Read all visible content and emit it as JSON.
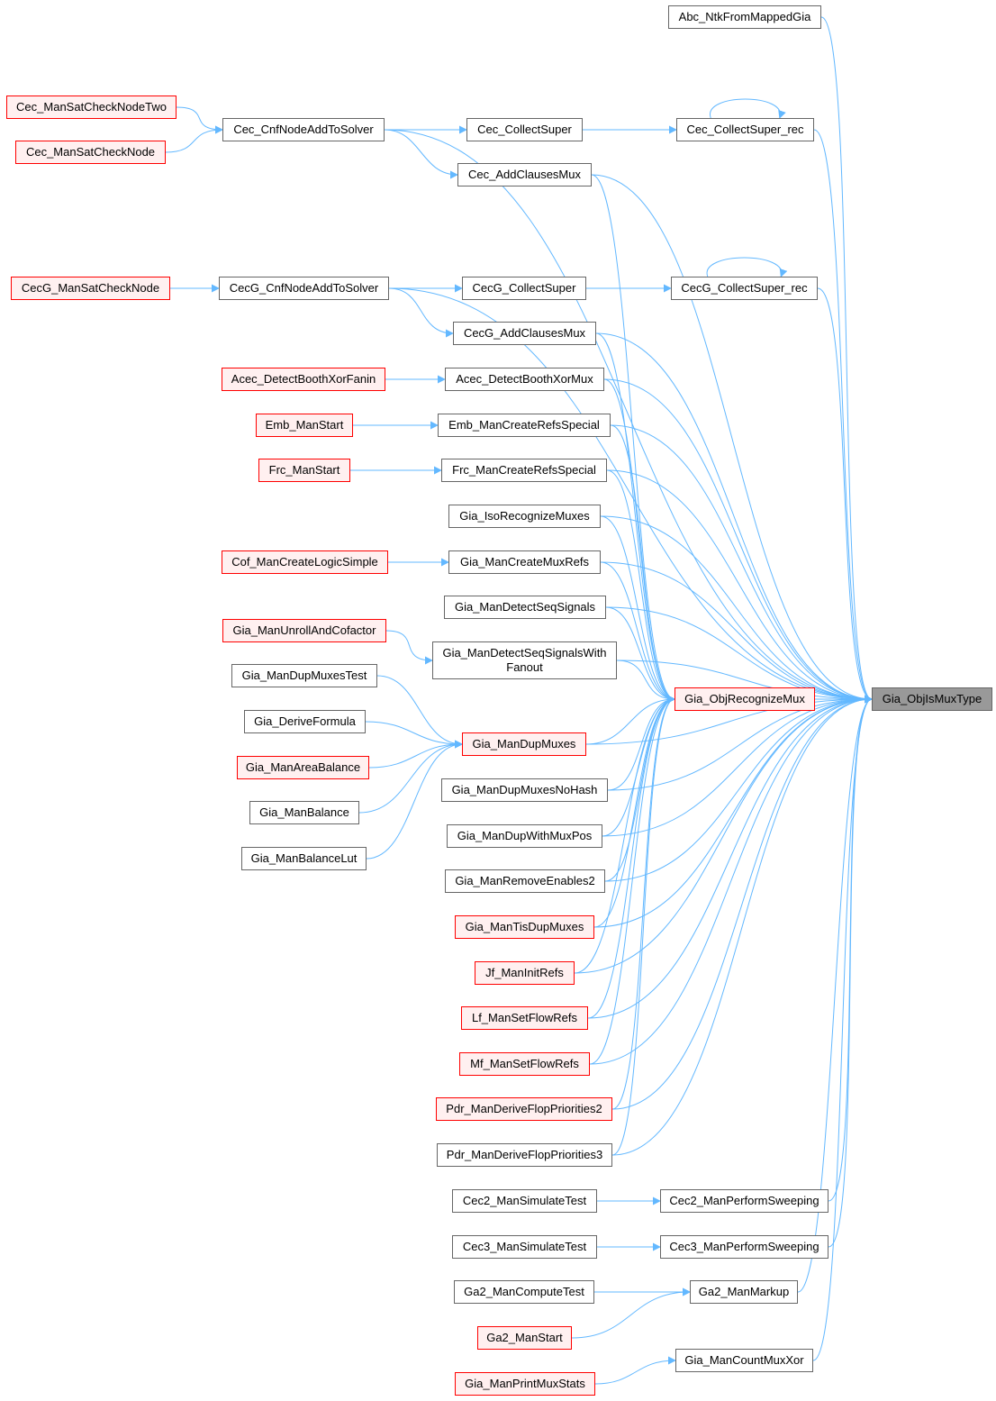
{
  "colors": {
    "edge": "#63b8ff",
    "node_border": "#666666",
    "truncated_border": "#ff0000",
    "truncated_fill": "#fff0f0",
    "focus_fill": "#999999"
  },
  "nodes": [
    {
      "id": "target",
      "label": "Gia_ObjIsMuxType",
      "style": "focus"
    },
    {
      "id": "abc_ntk",
      "label": "Abc_NtkFromMappedGia",
      "style": "normal"
    },
    {
      "id": "cec_twO",
      "label": "Cec_ManSatCheckNodeTwo",
      "style": "red"
    },
    {
      "id": "cec_cnf",
      "label": "Cec_CnfNodeAddToSolver",
      "style": "normal"
    },
    {
      "id": "cec_coll",
      "label": "Cec_CollectSuper",
      "style": "normal"
    },
    {
      "id": "cec_coll_rec",
      "label": "Cec_CollectSuper_rec",
      "style": "normal"
    },
    {
      "id": "cec_satnode",
      "label": "Cec_ManSatCheckNode",
      "style": "red"
    },
    {
      "id": "cec_addmux",
      "label": "Cec_AddClausesMux",
      "style": "normal"
    },
    {
      "id": "cecg_sat",
      "label": "CecG_ManSatCheckNode",
      "style": "red"
    },
    {
      "id": "cecg_cnf",
      "label": "CecG_CnfNodeAddToSolver",
      "style": "normal"
    },
    {
      "id": "cecg_coll",
      "label": "CecG_CollectSuper",
      "style": "normal"
    },
    {
      "id": "cecg_coll_rec",
      "label": "CecG_CollectSuper_rec",
      "style": "normal"
    },
    {
      "id": "cecg_addmux",
      "label": "CecG_AddClausesMux",
      "style": "normal"
    },
    {
      "id": "acec_fanin",
      "label": "Acec_DetectBoothXorFanin",
      "style": "red"
    },
    {
      "id": "acec_mux",
      "label": "Acec_DetectBoothXorMux",
      "style": "normal"
    },
    {
      "id": "emb_start",
      "label": "Emb_ManStart",
      "style": "red"
    },
    {
      "id": "emb_refs",
      "label": "Emb_ManCreateRefsSpecial",
      "style": "normal"
    },
    {
      "id": "frc_start",
      "label": "Frc_ManStart",
      "style": "red"
    },
    {
      "id": "frc_refs",
      "label": "Frc_ManCreateRefsSpecial",
      "style": "normal"
    },
    {
      "id": "gia_iso",
      "label": "Gia_IsoRecognizeMuxes",
      "style": "normal"
    },
    {
      "id": "cof_logic",
      "label": "Cof_ManCreateLogicSimple",
      "style": "red"
    },
    {
      "id": "gia_muxrefs",
      "label": "Gia_ManCreateMuxRefs",
      "style": "normal"
    },
    {
      "id": "gia_seqsig",
      "label": "Gia_ManDetectSeqSignals",
      "style": "normal"
    },
    {
      "id": "gia_unroll",
      "label": "Gia_ManUnrollAndCofactor",
      "style": "red"
    },
    {
      "id": "gia_seqfan",
      "label": "Gia_ManDetectSeqSignalsWith\nFanout",
      "style": "normal"
    },
    {
      "id": "gia_dupmuxtest",
      "label": "Gia_ManDupMuxesTest",
      "style": "normal"
    },
    {
      "id": "gia_recmux",
      "label": "Gia_ObjRecognizeMux",
      "style": "red"
    },
    {
      "id": "gia_derive",
      "label": "Gia_DeriveFormula",
      "style": "normal"
    },
    {
      "id": "gia_dupmux",
      "label": "Gia_ManDupMuxes",
      "style": "red"
    },
    {
      "id": "gia_area",
      "label": "Gia_ManAreaBalance",
      "style": "red"
    },
    {
      "id": "gia_bal",
      "label": "Gia_ManBalance",
      "style": "normal"
    },
    {
      "id": "gia_ballut",
      "label": "Gia_ManBalanceLut",
      "style": "normal"
    },
    {
      "id": "gia_nohash",
      "label": "Gia_ManDupMuxesNoHash",
      "style": "normal"
    },
    {
      "id": "gia_withmux",
      "label": "Gia_ManDupWithMuxPos",
      "style": "normal"
    },
    {
      "id": "gia_remen",
      "label": "Gia_ManRemoveEnables2",
      "style": "normal"
    },
    {
      "id": "gia_tis",
      "label": "Gia_ManTisDupMuxes",
      "style": "red"
    },
    {
      "id": "jf_init",
      "label": "Jf_ManInitRefs",
      "style": "red"
    },
    {
      "id": "lf_flow",
      "label": "Lf_ManSetFlowRefs",
      "style": "red"
    },
    {
      "id": "mf_flow",
      "label": "Mf_ManSetFlowRefs",
      "style": "red"
    },
    {
      "id": "pdr_p2",
      "label": "Pdr_ManDeriveFlopPriorities2",
      "style": "red"
    },
    {
      "id": "pdr_p3",
      "label": "Pdr_ManDeriveFlopPriorities3",
      "style": "normal"
    },
    {
      "id": "cec2_sim",
      "label": "Cec2_ManSimulateTest",
      "style": "normal"
    },
    {
      "id": "cec2_sweep",
      "label": "Cec2_ManPerformSweeping",
      "style": "normal"
    },
    {
      "id": "cec3_sim",
      "label": "Cec3_ManSimulateTest",
      "style": "normal"
    },
    {
      "id": "cec3_sweep",
      "label": "Cec3_ManPerformSweeping",
      "style": "normal"
    },
    {
      "id": "ga2_comp",
      "label": "Ga2_ManComputeTest",
      "style": "normal"
    },
    {
      "id": "ga2_markup",
      "label": "Ga2_ManMarkup",
      "style": "normal"
    },
    {
      "id": "ga2_start",
      "label": "Ga2_ManStart",
      "style": "red"
    },
    {
      "id": "gia_countxor",
      "label": "Gia_ManCountMuxXor",
      "style": "normal"
    },
    {
      "id": "gia_printmux",
      "label": "Gia_ManPrintMuxStats",
      "style": "red"
    }
  ],
  "edges": [
    [
      "abc_ntk",
      "target"
    ],
    [
      "cec_cnf",
      "target"
    ],
    [
      "cec_coll_rec",
      "target"
    ],
    [
      "cec_addmux",
      "target"
    ],
    [
      "cecg_cnf",
      "target"
    ],
    [
      "cecg_coll_rec",
      "target"
    ],
    [
      "cecg_addmux",
      "target"
    ],
    [
      "acec_mux",
      "target"
    ],
    [
      "emb_refs",
      "target"
    ],
    [
      "frc_refs",
      "target"
    ],
    [
      "gia_iso",
      "target"
    ],
    [
      "gia_muxrefs",
      "target"
    ],
    [
      "gia_seqsig",
      "target"
    ],
    [
      "gia_seqfan",
      "target"
    ],
    [
      "gia_recmux",
      "target"
    ],
    [
      "gia_dupmux",
      "target"
    ],
    [
      "gia_nohash",
      "target"
    ],
    [
      "gia_withmux",
      "target"
    ],
    [
      "gia_remen",
      "target"
    ],
    [
      "gia_tis",
      "target"
    ],
    [
      "jf_init",
      "target"
    ],
    [
      "lf_flow",
      "target"
    ],
    [
      "mf_flow",
      "target"
    ],
    [
      "pdr_p2",
      "target"
    ],
    [
      "pdr_p3",
      "target"
    ],
    [
      "cec2_sweep",
      "target"
    ],
    [
      "cec3_sweep",
      "target"
    ],
    [
      "ga2_markup",
      "target"
    ],
    [
      "gia_countxor",
      "target"
    ],
    [
      "cec_twO",
      "cec_cnf"
    ],
    [
      "cec_satnode",
      "cec_cnf"
    ],
    [
      "cec_cnf",
      "cec_coll"
    ],
    [
      "cec_cnf",
      "cec_addmux"
    ],
    [
      "cec_coll",
      "cec_coll_rec"
    ],
    [
      "cec_coll_rec",
      "cec_coll_rec"
    ],
    [
      "cecg_sat",
      "cecg_cnf"
    ],
    [
      "cecg_cnf",
      "cecg_coll"
    ],
    [
      "cecg_cnf",
      "cecg_addmux"
    ],
    [
      "cecg_coll",
      "cecg_coll_rec"
    ],
    [
      "cecg_coll_rec",
      "cecg_coll_rec"
    ],
    [
      "acec_fanin",
      "acec_mux"
    ],
    [
      "emb_start",
      "emb_refs"
    ],
    [
      "frc_start",
      "frc_refs"
    ],
    [
      "cof_logic",
      "gia_muxrefs"
    ],
    [
      "gia_unroll",
      "gia_seqfan"
    ],
    [
      "cec_addmux",
      "gia_recmux"
    ],
    [
      "cecg_addmux",
      "gia_recmux"
    ],
    [
      "acec_mux",
      "gia_recmux"
    ],
    [
      "emb_refs",
      "gia_recmux"
    ],
    [
      "frc_refs",
      "gia_recmux"
    ],
    [
      "gia_iso",
      "gia_recmux"
    ],
    [
      "gia_muxrefs",
      "gia_recmux"
    ],
    [
      "gia_seqsig",
      "gia_recmux"
    ],
    [
      "gia_seqfan",
      "gia_recmux"
    ],
    [
      "gia_dupmux",
      "gia_recmux"
    ],
    [
      "gia_nohash",
      "gia_recmux"
    ],
    [
      "gia_withmux",
      "gia_recmux"
    ],
    [
      "gia_remen",
      "gia_recmux"
    ],
    [
      "gia_tis",
      "gia_recmux"
    ],
    [
      "jf_init",
      "gia_recmux"
    ],
    [
      "lf_flow",
      "gia_recmux"
    ],
    [
      "mf_flow",
      "gia_recmux"
    ],
    [
      "pdr_p2",
      "gia_recmux"
    ],
    [
      "pdr_p3",
      "gia_recmux"
    ],
    [
      "gia_dupmuxtest",
      "gia_dupmux"
    ],
    [
      "gia_derive",
      "gia_dupmux"
    ],
    [
      "gia_area",
      "gia_dupmux"
    ],
    [
      "gia_bal",
      "gia_dupmux"
    ],
    [
      "gia_ballut",
      "gia_dupmux"
    ],
    [
      "cec2_sim",
      "cec2_sweep"
    ],
    [
      "cec3_sim",
      "cec3_sweep"
    ],
    [
      "ga2_comp",
      "ga2_markup"
    ],
    [
      "ga2_start",
      "ga2_markup"
    ],
    [
      "gia_printmux",
      "gia_countxor"
    ]
  ]
}
